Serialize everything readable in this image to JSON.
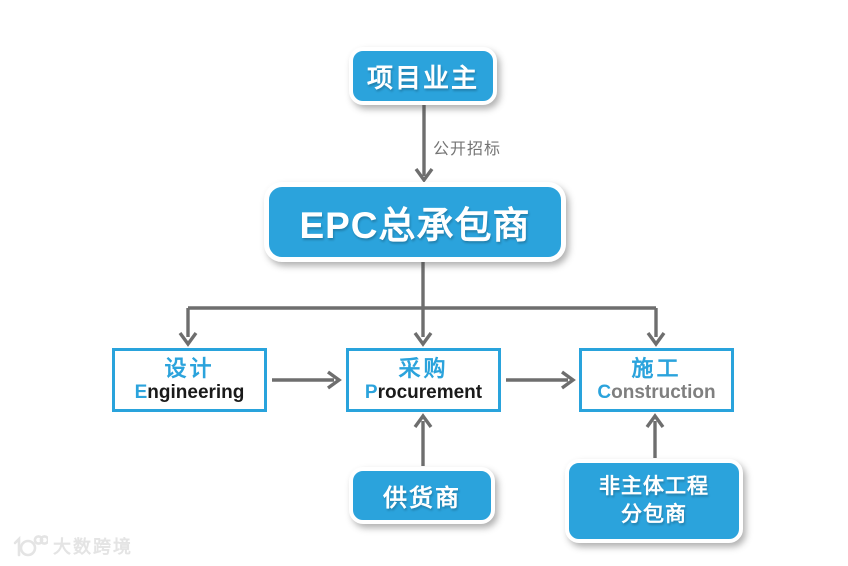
{
  "colors": {
    "primary_blue": "#2BA3DC",
    "box_border_blue": "#29A3DC",
    "arrow_gray": "#6E6E6E",
    "label_gray": "#757575",
    "en_dark": "#1A1A1A",
    "en_gray": "#7F7F7F",
    "watermark_gray": "#E4E4E4"
  },
  "nodes": {
    "owner": {
      "label": "项目业主"
    },
    "epc": {
      "label": "EPC总承包商"
    },
    "engineering": {
      "zh": "设计",
      "en_first": "E",
      "en_rest": "ngineering"
    },
    "procurement": {
      "zh": "采购",
      "en_first": "P",
      "en_rest": "rocurement"
    },
    "construction": {
      "zh": "施工",
      "en_first": "C",
      "en_rest": "onstruction"
    },
    "supplier": {
      "label": "供货商"
    },
    "subcontractor": {
      "line1": "非主体工程",
      "line2": "分包商"
    }
  },
  "edges": {
    "bidding_label": "公开招标"
  },
  "watermark": {
    "text": "大数跨境"
  }
}
